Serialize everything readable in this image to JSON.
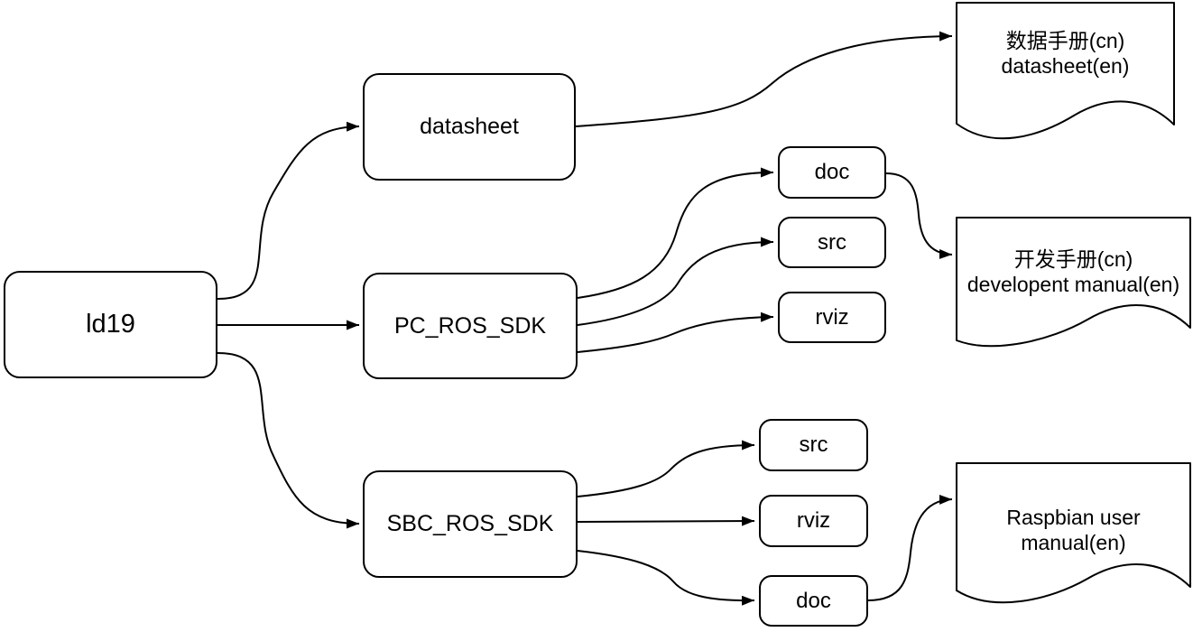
{
  "canvas": {
    "background": "#ffffff",
    "stroke_color": "#000000",
    "text_color": "#000000"
  },
  "nodes": {
    "root": {
      "label": "ld19"
    },
    "datasheet": {
      "label": "datasheet"
    },
    "pc_ros_sdk": {
      "label": "PC_ROS_SDK"
    },
    "sbc_ros_sdk": {
      "label": "SBC_ROS_SDK"
    },
    "pc_doc": {
      "label": "doc"
    },
    "pc_src": {
      "label": "src"
    },
    "pc_rviz": {
      "label": "rviz"
    },
    "sbc_src": {
      "label": "src"
    },
    "sbc_rviz": {
      "label": "rviz"
    },
    "sbc_doc": {
      "label": "doc"
    }
  },
  "documents": {
    "datasheet_manual": {
      "line1": "数据手册(cn)",
      "line2": "datasheet(en)"
    },
    "development_manual": {
      "line1": "开发手册(cn)",
      "line2": "developent manual(en)"
    },
    "raspbian_manual": {
      "line1": "Raspbian user",
      "line2": "manual(en)"
    }
  }
}
